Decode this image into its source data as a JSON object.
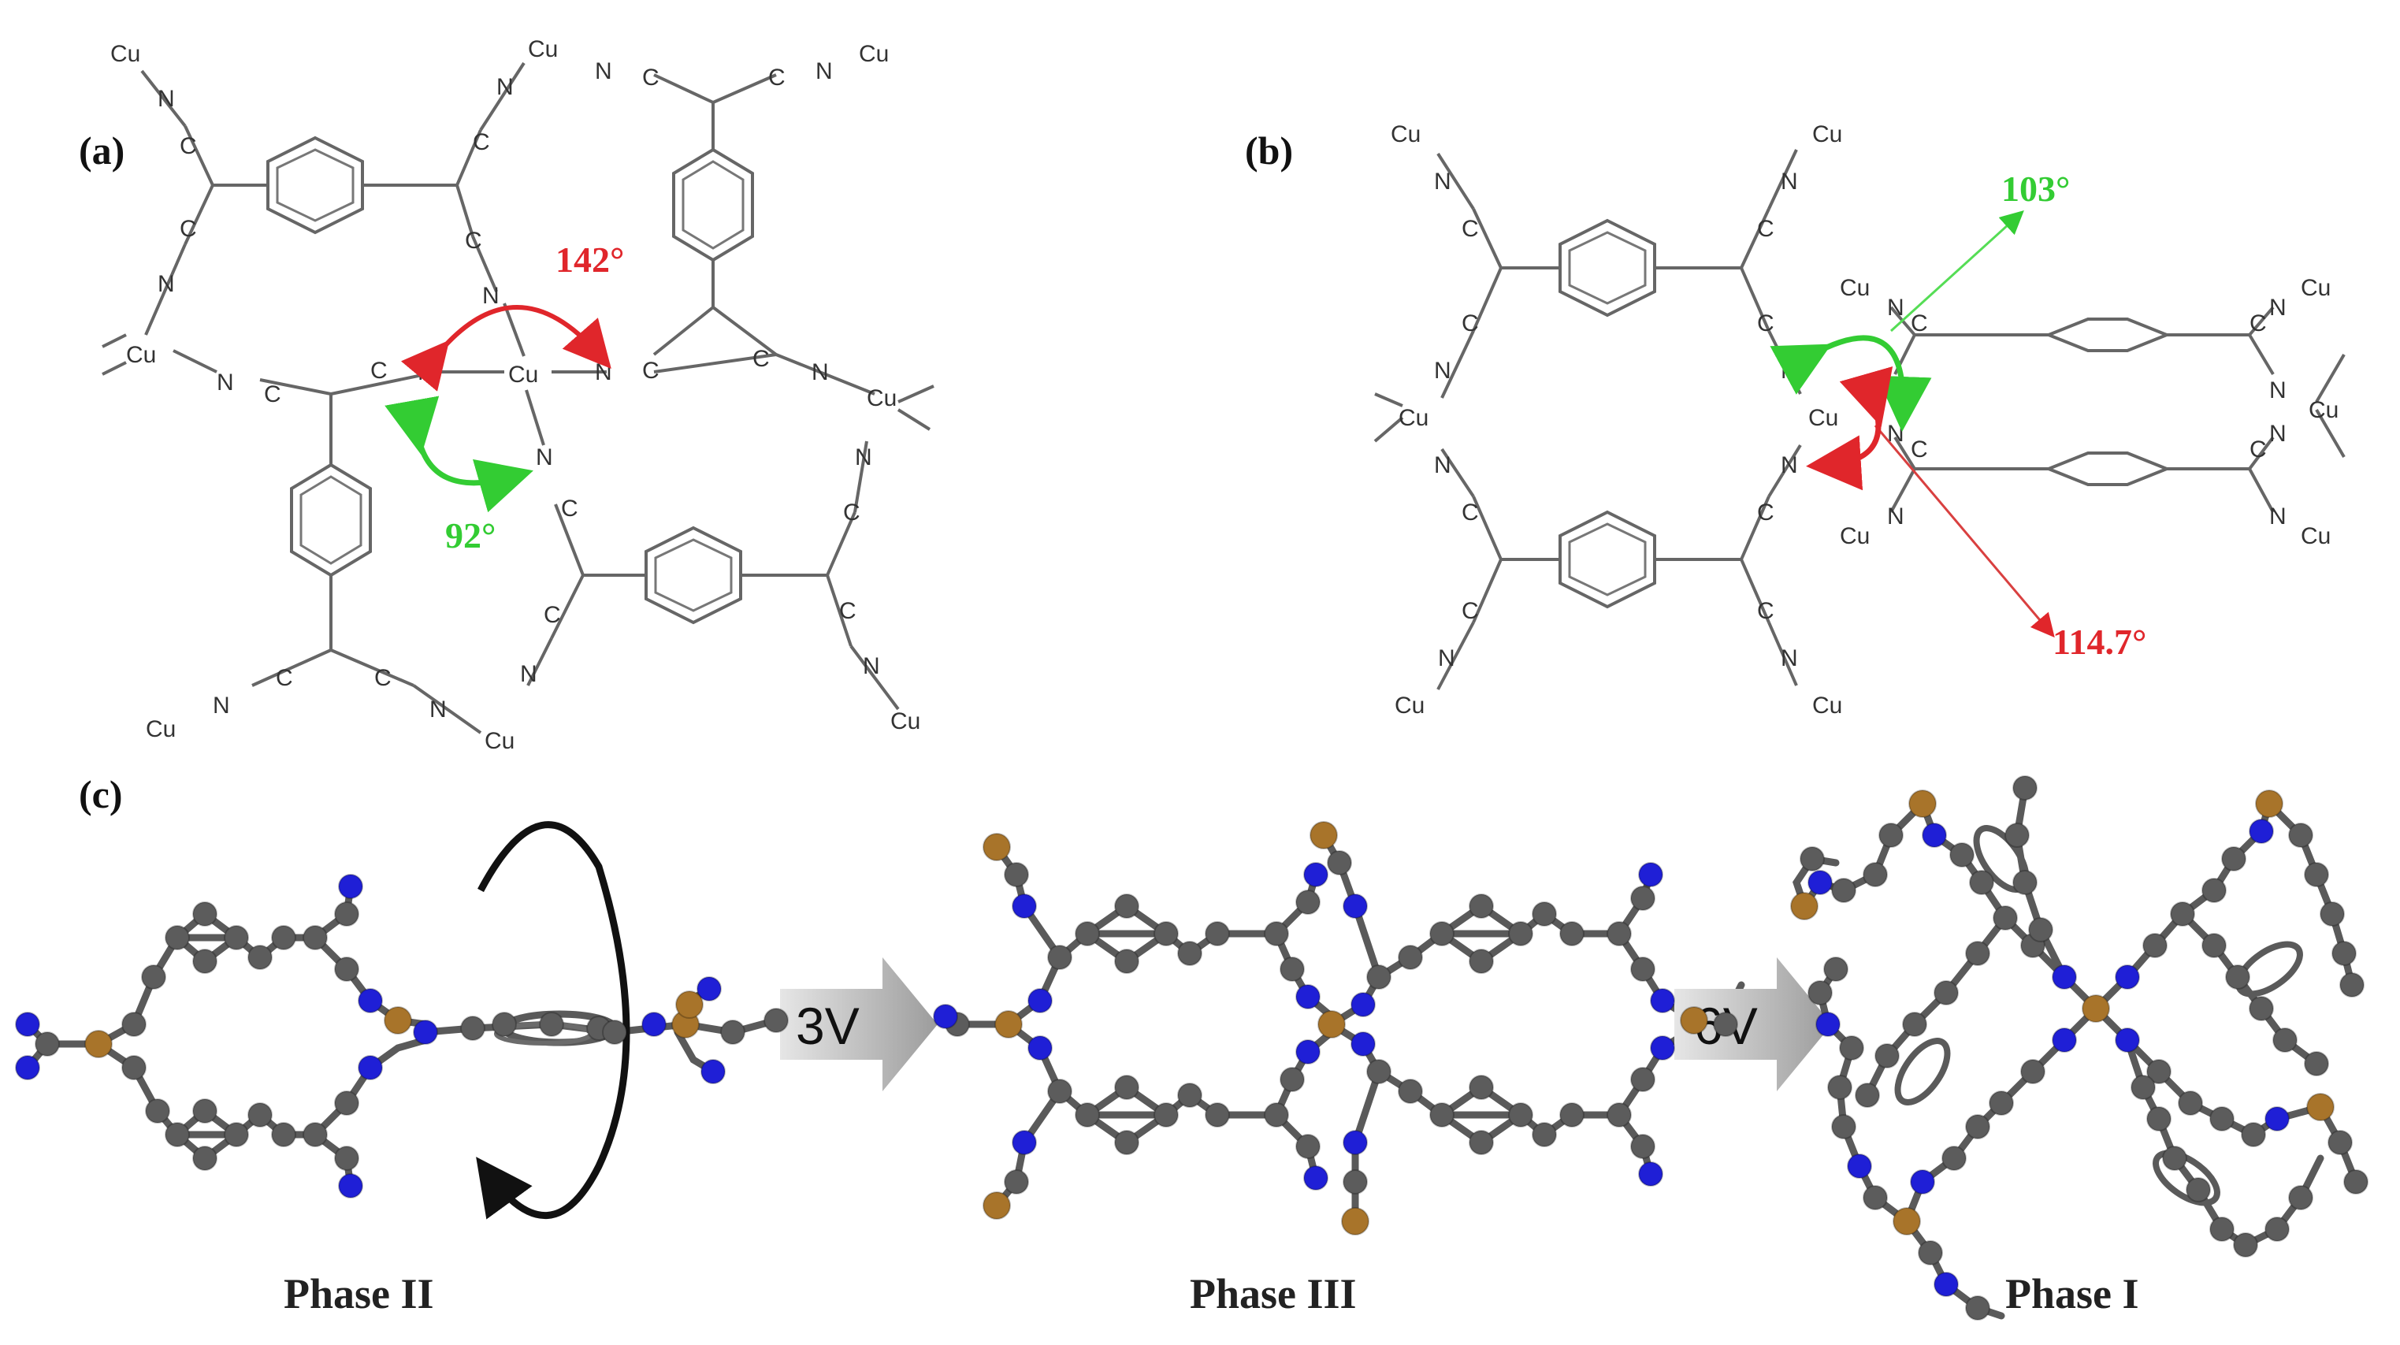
{
  "panels": {
    "a": {
      "label": "(a)"
    },
    "b": {
      "label": "(b)"
    },
    "c": {
      "label": "(c)"
    }
  },
  "atoms": {
    "copper": "Cu",
    "nitrogen": "N",
    "carbon": "C"
  },
  "angles": {
    "a_large": {
      "value": "142°",
      "color": "#e0262b"
    },
    "a_small": {
      "value": "92°",
      "color": "#33cc33"
    },
    "b_green": {
      "value": "103°",
      "color": "#33cc33"
    },
    "b_red": {
      "value": "114.7°",
      "color": "#e0262b"
    }
  },
  "transitions": [
    {
      "voltage": "3V"
    },
    {
      "voltage": "6V"
    }
  ],
  "phases": [
    {
      "name": "Phase II"
    },
    {
      "name": "Phase III"
    },
    {
      "name": "Phase I"
    }
  ],
  "colors": {
    "carbon": "#5c5c5c",
    "nitrogen": "#1f1fd6",
    "copper": "#a8742a",
    "arrow_gray": "#a9a9a9"
  }
}
